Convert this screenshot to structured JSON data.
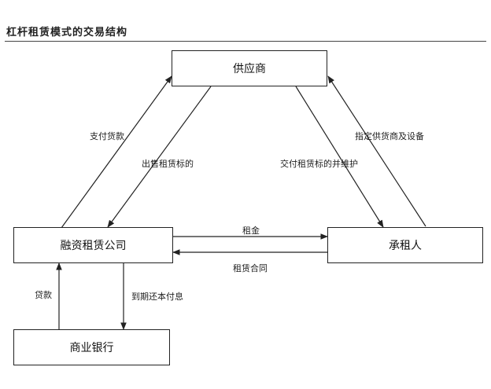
{
  "title": "杠杆租赁模式的交易结构",
  "nodes": {
    "supplier": "供应商",
    "leasing_company": "融资租赁公司",
    "lessee": "承租人",
    "bank": "商业银行"
  },
  "edges": {
    "pay_goods": "支付货款",
    "sell_lease_object": "出售租赁标的",
    "deliver_lease_object": "交付租赁标的并维护",
    "designate_supplier": "指定供货商及设备",
    "rent": "租金",
    "lease_contract": "租赁合同",
    "loan": "贷款",
    "repay": "到期还本付息"
  }
}
